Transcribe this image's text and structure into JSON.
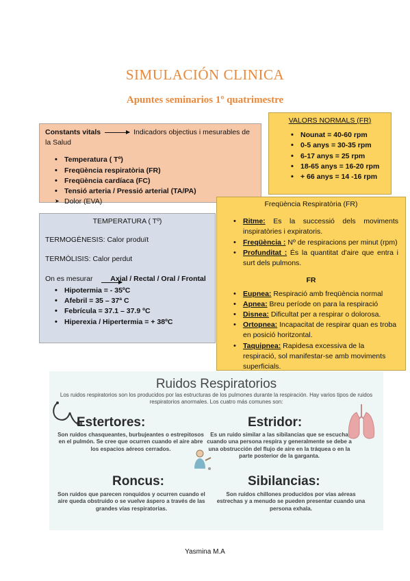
{
  "header": {
    "title": "SIMULACIÓN CLINICA",
    "subtitle": "Apuntes seminarios 1º quatrimestre"
  },
  "constants": {
    "heading": "Constants vitals",
    "description": "Indicadors objectius i mesurables de la Salud",
    "items": [
      "Temperatura ( Tº)",
      "Freqüència respiratòria (FR)",
      "Freqüència cardíaca (FC)",
      "Tensió arteria / Pressió arterial (TA/PA)",
      "Dolor (EVA)"
    ]
  },
  "valors": {
    "heading": "VALORS NORMALS (FR)",
    "items": [
      "Nounat = 40-60 rpm",
      "0-5 anys = 30-35 rpm",
      "6-17 anys = 25 rpm",
      "18-65 anys = 16-20 rpm",
      "+ 66 anys = 14 -16 rpm"
    ]
  },
  "temperatura": {
    "heading": "TEMPERATURA ( Tº)",
    "termogenesis_label": "TERMOGÈNESIS:",
    "termogenesis_text": "Calor produït",
    "termolisis_label": "TERMÒLISIS:",
    "termolisis_text": "Calor perdut",
    "mesurar_label": "On es mesurar",
    "mesurar_sites": "Axial / Rectal / Oral / Frontal",
    "items": [
      "Hipotermia = - 35ºC",
      "Afebril = 35 – 37ª C",
      "Febrícula = 37.1 – 37.9 ºC",
      "Hiperexia / Hipertermia = + 38ºC"
    ]
  },
  "freq": {
    "heading": "Freqüència Respiratòria (FR)",
    "items": [
      {
        "term": "Ritme:",
        "text": "Es la successió dels moviments inspiratòries i expiratoris."
      },
      {
        "term": "Freqüència :",
        "text": "Nº de respiracions per minut (rpm)"
      },
      {
        "term": "Profunditat :",
        "text": "És la quantitat d'aire que entra i surt dels pulmons."
      }
    ],
    "fr_heading": "FR",
    "fr_items": [
      {
        "term": "Eupnea:",
        "text": "Respiració amb freqüència normal"
      },
      {
        "term": "Apnea:",
        "text": "Breu període on para la respiració"
      },
      {
        "term": "Disnea:",
        "text": "Dificultat per a respirar o dolorosa."
      },
      {
        "term": "Ortopnea:",
        "text": "Incapacitat de respirar quan es troba en posició horitzontal."
      },
      {
        "term": "Taquipnea:",
        "text": "Rapidesa excessiva de la respiració, sol manifestar-se amb moviments superficials."
      }
    ]
  },
  "infographic": {
    "title": "Ruidos Respiratorios",
    "intro": "Los ruidos respiratorios son los producidos por las estructuras de los pulmones durante la respiración. Hay varios tipos de ruidos respiratorios anormales. Los cuatro más comunes son:",
    "estertores": {
      "heading": "Estertores:",
      "text": "Son ruidos chasqueantes, burbujeantes o estrepitosos en el pulmón. Se cree que ocurren cuando el aire abre los espacios aéreos cerrados."
    },
    "estridor": {
      "heading": "Estridor:",
      "text": "Es un ruido similar a las sibilancias que se escucha cuando una persona respira y generalmente se debe a una obstrucción del flujo de aire en la tráquea o en la parte posterior de la garganta."
    },
    "roncus": {
      "heading": "Roncus:",
      "text": "Son ruidos que parecen ronquidos y ocurren cuando el aire queda obstruido o se vuelve áspero a través de las grandes vías respiratorias."
    },
    "sibilancias": {
      "heading": "Sibilancias:",
      "text": "Son ruidos chillones producidos por vías aéreas estrechas y a menudo se pueden presentar cuando una persona exhala."
    }
  },
  "footer": {
    "author": "Yasmina M.A"
  },
  "colors": {
    "title": "#e8883a",
    "constants_bg": "#f7c8a8",
    "valors_bg": "#fbd35e",
    "temperatura_bg": "#d7dde8",
    "infographic_bg": "#eef7f6",
    "lungs": "#e9a6a6"
  }
}
